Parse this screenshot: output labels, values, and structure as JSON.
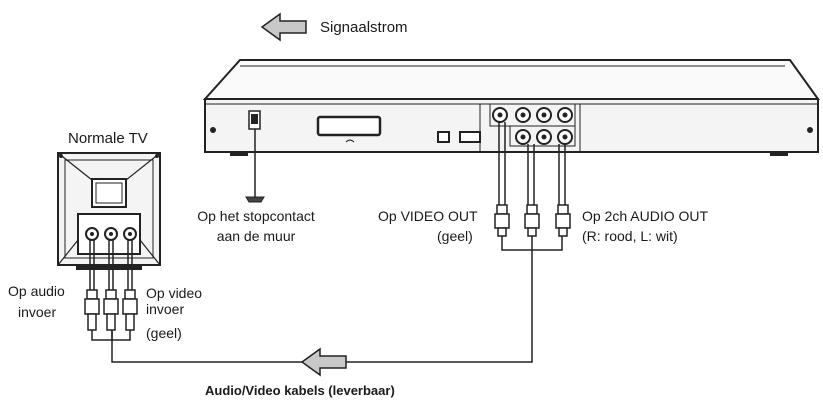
{
  "labels": {
    "signal_flow": "Signaalstrom",
    "normal_tv": "Normale TV",
    "wall_outlet_line1": "Op het stopcontact",
    "wall_outlet_line2": "aan de muur",
    "video_out_line1": "Op VIDEO OUT",
    "video_out_line2": "(geel)",
    "audio_out_line1": "Op 2ch AUDIO OUT",
    "audio_out_line2": "(R: rood, L: wit)",
    "audio_in_line1": "Op audio",
    "audio_in_line2": "invoer",
    "video_in_line1": "Op video",
    "video_in_line2": "invoer",
    "video_in_line3": "(geel)",
    "cables": "Audio/Video kabels (leverbaar)"
  },
  "colors": {
    "outline": "#222222",
    "arrow_fill": "#c8c8c8",
    "device_face": "#f4f4f4"
  }
}
